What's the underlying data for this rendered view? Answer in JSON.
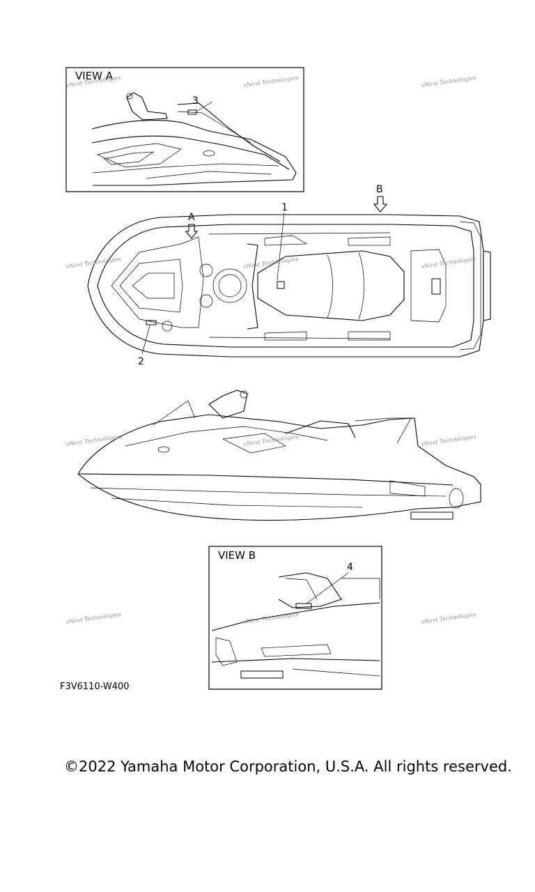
{
  "views": {
    "view_a_title": "VIEW A",
    "view_b_title": "VIEW B",
    "view_marker_a": "A",
    "view_marker_b": "B"
  },
  "callouts": [
    "1",
    "2",
    "3",
    "4"
  ],
  "watermark": "vNext Technologies",
  "part_code": "F3V6110-W400",
  "copyright": "©2022 Yamaha Motor Corporation, U.S.A. All rights reserved."
}
